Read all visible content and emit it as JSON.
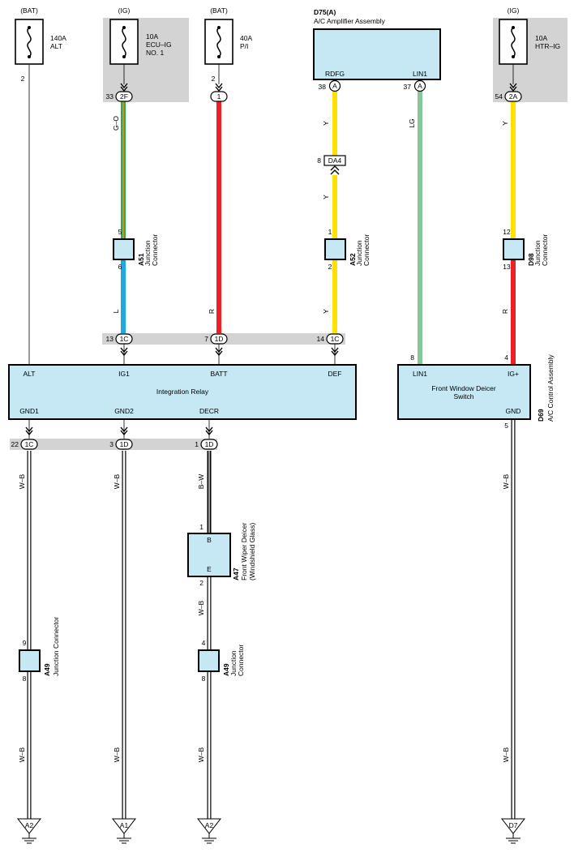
{
  "colors": {
    "box_fill": "#c6e8f5",
    "shade": "#d3d3d3",
    "wire_green": "#2fa84f",
    "wire_blue": "#1fa9e1",
    "wire_red": "#ee2027",
    "wire_yellow": "#ffe100",
    "wire_lightgreen": "#86c89a",
    "wire_black": "#000000"
  },
  "power_labels": {
    "bat1": "(BAT)",
    "ig1": "(IG)",
    "bat2": "(BAT)",
    "ig2": "(IG)"
  },
  "fuses": {
    "alt": {
      "line1": "140A",
      "line2": "ALT",
      "line3": "",
      "pin": "2"
    },
    "ecu": {
      "line1": "10A",
      "line2": "ECU–IG",
      "line3": "NO. 1",
      "pin": "33"
    },
    "pi": {
      "line1": "40A",
      "line2": "P/I",
      "line3": "",
      "pin": "2"
    },
    "htr": {
      "line1": "10A",
      "line2": "HTR–IG",
      "line3": "",
      "pin": "54"
    }
  },
  "amplifier": {
    "code": "D75(A)",
    "name": "A/C Amplifier Assembly",
    "terminal_left": "RDFG",
    "terminal_right": "LIN1",
    "pin_left": "38",
    "pin_right": "37",
    "connector": "A"
  },
  "connectors": {
    "c2f": "2F",
    "c1": "1",
    "c2a": "2A",
    "c2a_pin": "54",
    "da4": "DA4",
    "da4_pin": "8",
    "c1c_top": "1C",
    "c1d_top": "1D",
    "c1c_top2": "1C",
    "c1c_bot": "1C",
    "c1d_bot": "1D",
    "c1d_bot2": "1D",
    "top_pins": {
      "a": "13",
      "b": "7",
      "c": "14"
    },
    "bot_pins": {
      "a": "22",
      "b": "3",
      "c": "1"
    }
  },
  "wire_codes": {
    "go": "G–O",
    "l": "L",
    "r1": "R",
    "y1": "Y",
    "y2": "Y",
    "y3": "Y",
    "lg": "LG",
    "y4": "Y",
    "r2": "R",
    "wb1": "W–B",
    "wb2": "W–B",
    "bw": "B–W",
    "wb3": "W–B",
    "wb4": "W–B",
    "wb5": "W–B",
    "wb6": "W–B",
    "wb7": "W–B"
  },
  "junctions": {
    "a51": {
      "code": "A51",
      "name1": "Junction",
      "name2": "Connector",
      "pin_top": "5",
      "pin_bot": "6"
    },
    "a52": {
      "code": "A52",
      "name1": "Junction",
      "name2": "Connector",
      "pin_top": "1",
      "pin_bot": "2"
    },
    "d98": {
      "code": "D98",
      "name1": "Junction",
      "name2": "Connector",
      "pin_top": "12",
      "pin_bot": "13"
    },
    "a49l": {
      "code": "A49",
      "name": "Junction Connector",
      "pin_top": "9",
      "pin_bot": "8"
    },
    "a49r": {
      "code": "A49",
      "name1": "Junction",
      "name2": "Connector",
      "pin_top": "4",
      "pin_bot": "8"
    }
  },
  "relay": {
    "name": "Integration Relay",
    "alt": "ALT",
    "ig1": "IG1",
    "batt": "BATT",
    "def": "DEF",
    "gnd1": "GND1",
    "gnd2": "GND2",
    "decr": "DECR"
  },
  "deicer_switch": {
    "line1": "Front Window Deicer",
    "line2": "Switch",
    "lin1": "LIN1",
    "igp": "IG+",
    "gnd": "GND",
    "pin_lin1": "8",
    "pin_igp": "4",
    "pin_gnd": "5",
    "code": "D69",
    "name": "A/C Control Assembly"
  },
  "wiper_deicer": {
    "code": "A47",
    "name1": "Front Wiper Deicer",
    "name2": "(Windshield Glass)",
    "term_b": "B",
    "term_e": "E",
    "pin_b": "1",
    "pin_e": "2"
  },
  "grounds": {
    "g1": "A2",
    "g2": "A1",
    "g3": "A2",
    "g4": "D7"
  }
}
